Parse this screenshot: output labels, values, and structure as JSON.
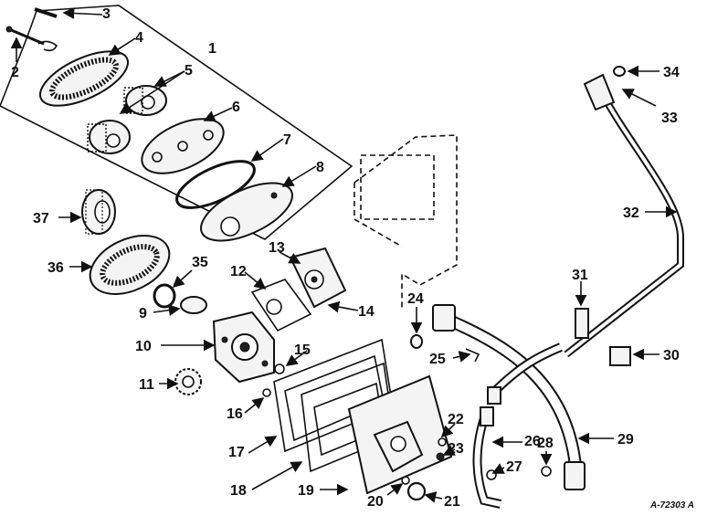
{
  "diagram": {
    "reference_code": "A-72303 A",
    "callouts": [
      "1",
      "2",
      "3",
      "4",
      "5",
      "6",
      "7",
      "8",
      "9",
      "10",
      "11",
      "12",
      "13",
      "14",
      "15",
      "16",
      "17",
      "18",
      "19",
      "20",
      "21",
      "22",
      "23",
      "24",
      "25",
      "26",
      "27",
      "28",
      "29",
      "30",
      "31",
      "32",
      "33",
      "34",
      "35",
      "36",
      "37"
    ]
  },
  "colors": {
    "ink": "#111111",
    "paper": "#ffffff"
  }
}
